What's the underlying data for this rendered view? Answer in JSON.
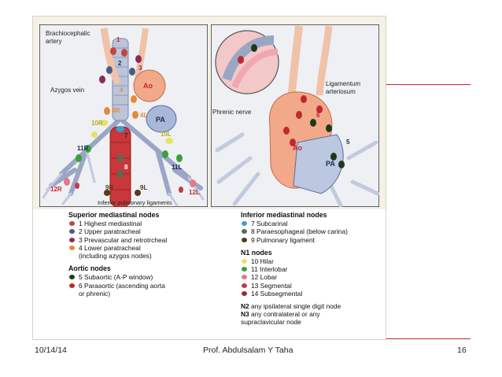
{
  "colors": {
    "accent_line": "#c0282c",
    "node_highest": "#c4453a",
    "node_upper": "#4a5b86",
    "node_prevascular": "#8b2c55",
    "node_lower": "#e58a3a",
    "node_subaortic": "#1c3a1a",
    "node_paraaortic": "#c0282c",
    "node_subcarinal": "#3a9fd0",
    "node_paraesophageal": "#5b6a52",
    "node_pulmonary_lig": "#5a3a18",
    "node_hilar": "#e3e36a",
    "node_interlobar": "#3aa13a",
    "node_lobar": "#e07a8a",
    "node_segmental": "#c23a4a",
    "node_subsegmental": "#9a2a2a"
  },
  "left_diagram": {
    "labels": {
      "brachiocephalic_1": "Brachiocephalic",
      "brachiocephalic_2": "artery",
      "azygos": "Azygos vein",
      "ao": "Ao",
      "pa": "PA",
      "inferior_lig": "Inferior pulmonary ligaments"
    },
    "station_labels": {
      "s1": "1",
      "s2": "2",
      "s3": "3",
      "s4": "4",
      "s4r": "4R",
      "s4l": "4L",
      "s10r": "10R",
      "s10l": "10L",
      "s11r": "11R",
      "s11l": "11L",
      "s12r": "12R",
      "s12l": "12L",
      "s9r": "9R",
      "s9l": "9L",
      "s7": "7",
      "s8": "8"
    }
  },
  "right_diagram": {
    "labels": {
      "ligamentum_1": "Ligamentum",
      "ligamentum_2": "arteriosum",
      "phrenic": "Phrenic nerve",
      "ao": "Ao",
      "pa": "PA"
    },
    "station_labels": {
      "s5": "5",
      "s6": "6"
    }
  },
  "legend": {
    "superior": {
      "heading": "Superior mediastinal nodes",
      "items": [
        "1 Highest mediastinal",
        "2 Upper paratracheal",
        "3 Prevascular and retrotrcheal",
        "4 Lower paratracheal",
        "(including azygos nodes)"
      ]
    },
    "aortic": {
      "heading": "Aortic nodes",
      "items": [
        "5 Subaortic (A-P window)",
        "6 Paraaortic (ascending aorta",
        "or phrenic)"
      ]
    },
    "inferior": {
      "heading": "Inferior mediastinal nodes",
      "items": [
        "7 Subcarinal",
        "8 Paraesophageal (below carina)",
        "9 Pulmonary ligament"
      ]
    },
    "n1": {
      "heading": "N1 nodes",
      "items": [
        "10 Hilar",
        "11 Interlobar",
        "12 Lobar",
        "13 Segmental",
        "14 Subsegmental"
      ]
    },
    "notes": {
      "n2_tag": "N2",
      "n2_text": "any ipsilateral single digit node",
      "n3_tag": "N3",
      "n3_text": "any contralateral or any",
      "n3_text2": "supraclavicular node"
    }
  },
  "footer": {
    "date": "10/14/14",
    "author": "Prof. Abdulsalam Y Taha",
    "page": "16"
  }
}
